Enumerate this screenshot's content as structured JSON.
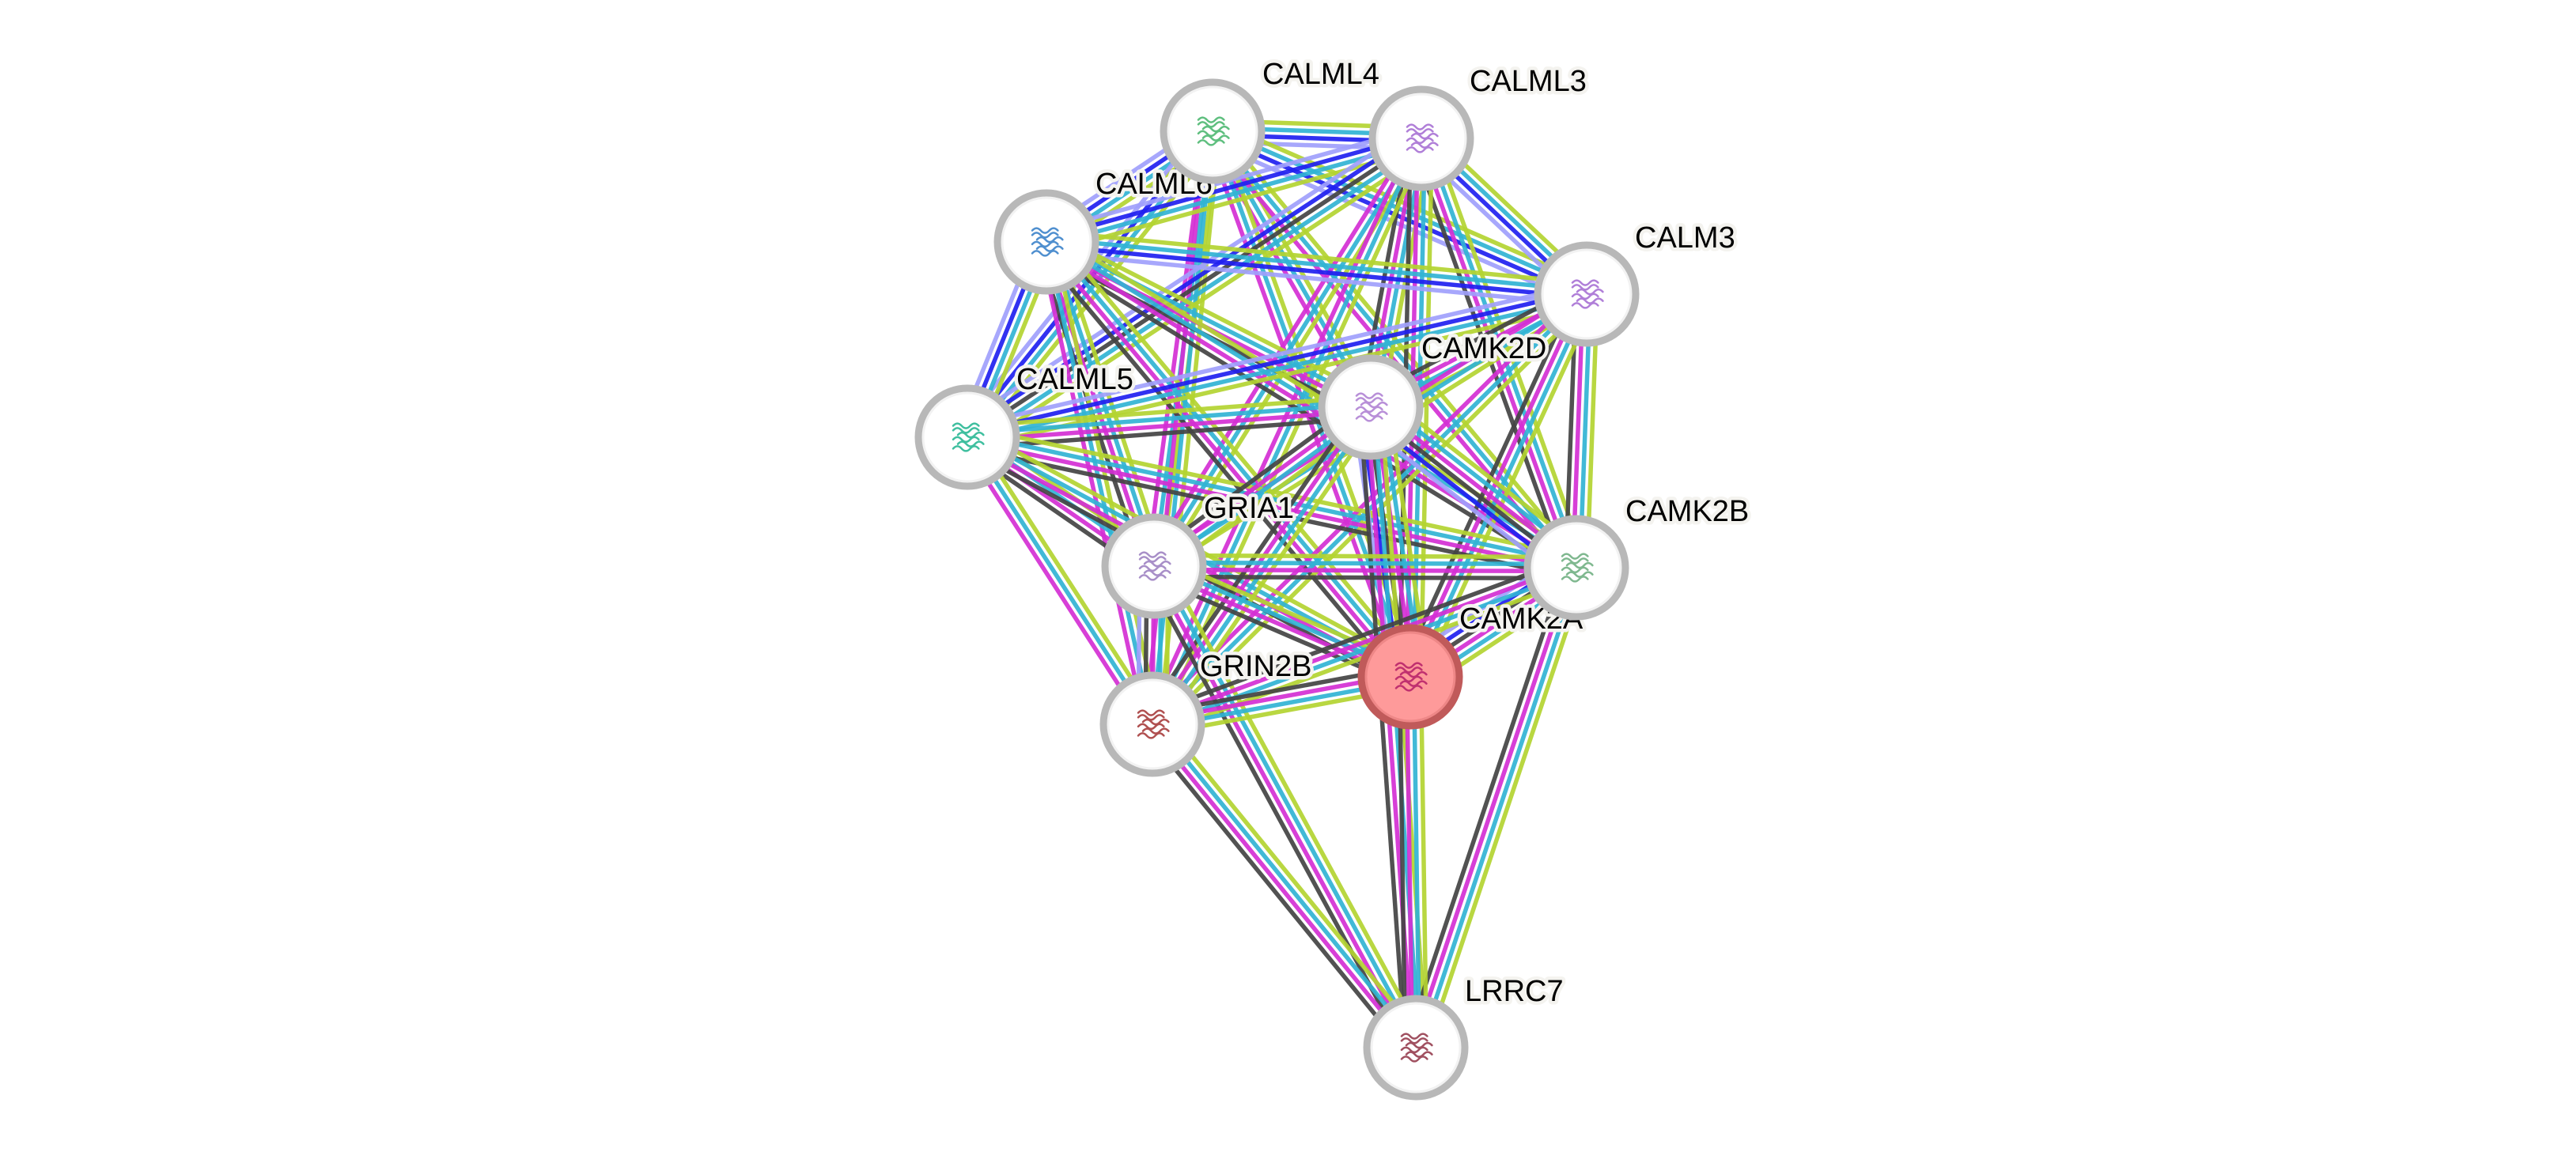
{
  "network": {
    "title": "Protein interaction network",
    "evidence_colors": {
      "textmining": "#b4d431",
      "database": "#31b4d4",
      "experiments": "#d42fd4",
      "coexpression": "#444444",
      "cooccurrence": "#2020f0",
      "homology": "#a0a0fc"
    },
    "nodes": [
      {
        "id": "CALML4",
        "label": "CALML4",
        "query": false,
        "glyph_color": "#5fbf7f"
      },
      {
        "id": "CALML3",
        "label": "CALML3",
        "query": false,
        "glyph_color": "#b07fd8"
      },
      {
        "id": "CALML6",
        "label": "CALML6",
        "query": false,
        "glyph_color": "#4f8fcf"
      },
      {
        "id": "CALM3",
        "label": "CALM3",
        "query": false,
        "glyph_color": "#b07fd8"
      },
      {
        "id": "CAMK2D",
        "label": "CAMK2D",
        "query": false,
        "glyph_color": "#b88fd8"
      },
      {
        "id": "CALML5",
        "label": "CALML5",
        "query": false,
        "glyph_color": "#3fbf9f"
      },
      {
        "id": "GRIA1",
        "label": "GRIA1",
        "query": false,
        "glyph_color": "#a88fc8"
      },
      {
        "id": "CAMK2B",
        "label": "CAMK2B",
        "query": false,
        "glyph_color": "#7fb88f"
      },
      {
        "id": "CAMK2A",
        "label": "CAMK2A",
        "query": true,
        "glyph_color": "#c0306f"
      },
      {
        "id": "GRIN2B",
        "label": "GRIN2B",
        "query": false,
        "glyph_color": "#b05050"
      },
      {
        "id": "LRRC7",
        "label": "LRRC7",
        "query": false,
        "glyph_color": "#a05060"
      }
    ],
    "edges": [
      {
        "a": "CALML4",
        "b": "CALML3",
        "evidence": [
          "textmining",
          "database",
          "cooccurrence",
          "homology"
        ]
      },
      {
        "a": "CALML4",
        "b": "CALML6",
        "evidence": [
          "textmining",
          "database",
          "cooccurrence",
          "homology"
        ]
      },
      {
        "a": "CALML4",
        "b": "CALM3",
        "evidence": [
          "textmining",
          "database",
          "cooccurrence",
          "homology"
        ]
      },
      {
        "a": "CALML4",
        "b": "CALML5",
        "evidence": [
          "textmining",
          "database",
          "cooccurrence",
          "homology"
        ]
      },
      {
        "a": "CALML4",
        "b": "CAMK2D",
        "evidence": [
          "textmining",
          "database",
          "experiments"
        ]
      },
      {
        "a": "CALML4",
        "b": "GRIA1",
        "evidence": [
          "textmining",
          "database",
          "experiments"
        ]
      },
      {
        "a": "CALML4",
        "b": "CAMK2B",
        "evidence": [
          "textmining",
          "database",
          "experiments"
        ]
      },
      {
        "a": "CALML4",
        "b": "CAMK2A",
        "evidence": [
          "textmining",
          "database",
          "experiments"
        ]
      },
      {
        "a": "CALML4",
        "b": "GRIN2B",
        "evidence": [
          "textmining",
          "database",
          "experiments"
        ]
      },
      {
        "a": "CALML3",
        "b": "CALML6",
        "evidence": [
          "textmining",
          "database",
          "cooccurrence",
          "homology"
        ]
      },
      {
        "a": "CALML3",
        "b": "CALM3",
        "evidence": [
          "textmining",
          "database",
          "cooccurrence",
          "homology"
        ]
      },
      {
        "a": "CALML3",
        "b": "CALML5",
        "evidence": [
          "textmining",
          "database",
          "coexpression",
          "cooccurrence",
          "homology"
        ]
      },
      {
        "a": "CALML3",
        "b": "CAMK2D",
        "evidence": [
          "textmining",
          "database",
          "experiments",
          "coexpression"
        ]
      },
      {
        "a": "CALML3",
        "b": "GRIA1",
        "evidence": [
          "textmining",
          "database",
          "experiments"
        ]
      },
      {
        "a": "CALML3",
        "b": "CAMK2B",
        "evidence": [
          "textmining",
          "database",
          "experiments",
          "coexpression"
        ]
      },
      {
        "a": "CALML3",
        "b": "CAMK2A",
        "evidence": [
          "textmining",
          "database",
          "experiments",
          "coexpression"
        ]
      },
      {
        "a": "CALML3",
        "b": "GRIN2B",
        "evidence": [
          "textmining",
          "database",
          "experiments"
        ]
      },
      {
        "a": "CALML6",
        "b": "CALM3",
        "evidence": [
          "textmining",
          "database",
          "cooccurrence",
          "homology"
        ]
      },
      {
        "a": "CALML6",
        "b": "CALML5",
        "evidence": [
          "textmining",
          "database",
          "cooccurrence",
          "homology"
        ]
      },
      {
        "a": "CALML6",
        "b": "CAMK2D",
        "evidence": [
          "textmining",
          "database",
          "experiments",
          "coexpression"
        ]
      },
      {
        "a": "CALML6",
        "b": "GRIA1",
        "evidence": [
          "textmining",
          "database",
          "experiments",
          "coexpression"
        ]
      },
      {
        "a": "CALML6",
        "b": "CAMK2B",
        "evidence": [
          "textmining",
          "database",
          "experiments",
          "coexpression"
        ]
      },
      {
        "a": "CALML6",
        "b": "CAMK2A",
        "evidence": [
          "textmining",
          "database",
          "experiments",
          "coexpression"
        ]
      },
      {
        "a": "CALML6",
        "b": "GRIN2B",
        "evidence": [
          "textmining",
          "database",
          "experiments"
        ]
      },
      {
        "a": "CALM3",
        "b": "CALML5",
        "evidence": [
          "textmining",
          "database",
          "cooccurrence",
          "homology"
        ]
      },
      {
        "a": "CALM3",
        "b": "CAMK2D",
        "evidence": [
          "textmining",
          "database",
          "experiments",
          "coexpression"
        ]
      },
      {
        "a": "CALM3",
        "b": "GRIA1",
        "evidence": [
          "textmining",
          "database",
          "experiments"
        ]
      },
      {
        "a": "CALM3",
        "b": "CAMK2B",
        "evidence": [
          "textmining",
          "database",
          "experiments",
          "coexpression"
        ]
      },
      {
        "a": "CALM3",
        "b": "CAMK2A",
        "evidence": [
          "textmining",
          "database",
          "experiments",
          "coexpression"
        ]
      },
      {
        "a": "CALM3",
        "b": "GRIN2B",
        "evidence": [
          "textmining",
          "database",
          "experiments"
        ]
      },
      {
        "a": "CALML5",
        "b": "CAMK2D",
        "evidence": [
          "textmining",
          "database",
          "experiments",
          "coexpression"
        ]
      },
      {
        "a": "CALML5",
        "b": "GRIA1",
        "evidence": [
          "textmining",
          "database",
          "experiments",
          "coexpression"
        ]
      },
      {
        "a": "CALML5",
        "b": "CAMK2B",
        "evidence": [
          "textmining",
          "database",
          "experiments",
          "coexpression"
        ]
      },
      {
        "a": "CALML5",
        "b": "CAMK2A",
        "evidence": [
          "textmining",
          "database",
          "experiments",
          "coexpression"
        ]
      },
      {
        "a": "CALML5",
        "b": "GRIN2B",
        "evidence": [
          "textmining",
          "database",
          "experiments"
        ]
      },
      {
        "a": "CAMK2D",
        "b": "GRIA1",
        "evidence": [
          "textmining",
          "database",
          "experiments",
          "coexpression"
        ]
      },
      {
        "a": "CAMK2D",
        "b": "CAMK2B",
        "evidence": [
          "textmining",
          "database",
          "experiments",
          "coexpression",
          "cooccurrence",
          "homology"
        ]
      },
      {
        "a": "CAMK2D",
        "b": "CAMK2A",
        "evidence": [
          "textmining",
          "database",
          "experiments",
          "coexpression",
          "cooccurrence",
          "homology"
        ]
      },
      {
        "a": "CAMK2D",
        "b": "GRIN2B",
        "evidence": [
          "textmining",
          "database",
          "experiments",
          "coexpression"
        ]
      },
      {
        "a": "CAMK2D",
        "b": "LRRC7",
        "evidence": [
          "textmining",
          "database",
          "experiments",
          "coexpression"
        ]
      },
      {
        "a": "GRIA1",
        "b": "CAMK2B",
        "evidence": [
          "textmining",
          "database",
          "experiments",
          "coexpression"
        ]
      },
      {
        "a": "GRIA1",
        "b": "CAMK2A",
        "evidence": [
          "textmining",
          "database",
          "experiments",
          "coexpression"
        ]
      },
      {
        "a": "GRIA1",
        "b": "GRIN2B",
        "evidence": [
          "textmining",
          "database",
          "experiments",
          "coexpression",
          "homology"
        ]
      },
      {
        "a": "GRIA1",
        "b": "LRRC7",
        "evidence": [
          "textmining",
          "database",
          "experiments",
          "coexpression"
        ]
      },
      {
        "a": "CAMK2B",
        "b": "CAMK2A",
        "evidence": [
          "textmining",
          "database",
          "experiments",
          "coexpression",
          "cooccurrence",
          "homology"
        ]
      },
      {
        "a": "CAMK2B",
        "b": "GRIN2B",
        "evidence": [
          "textmining",
          "database",
          "experiments",
          "coexpression"
        ]
      },
      {
        "a": "CAMK2B",
        "b": "LRRC7",
        "evidence": [
          "textmining",
          "database",
          "experiments",
          "coexpression"
        ]
      },
      {
        "a": "CAMK2A",
        "b": "GRIN2B",
        "evidence": [
          "textmining",
          "database",
          "experiments",
          "coexpression"
        ]
      },
      {
        "a": "CAMK2A",
        "b": "LRRC7",
        "evidence": [
          "textmining",
          "database",
          "experiments",
          "coexpression"
        ]
      },
      {
        "a": "GRIN2B",
        "b": "LRRC7",
        "evidence": [
          "textmining",
          "database",
          "experiments",
          "coexpression"
        ]
      }
    ]
  }
}
